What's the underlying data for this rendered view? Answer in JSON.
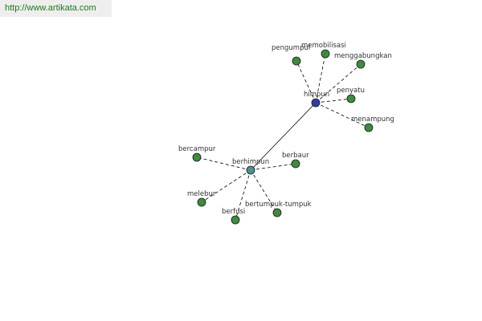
{
  "header": {
    "source_url": "http://www.artikata.com"
  },
  "colors": {
    "hub_primary": "#2f3f9f",
    "hub_secondary": "#4f8f8f",
    "leaf": "#3f8a3f",
    "edge": "#000000",
    "link": "#1a7a1a"
  },
  "graph": {
    "hubs": [
      {
        "id": "himpun",
        "label": "himpun"
      },
      {
        "id": "berhimpun",
        "label": "berhimpun"
      }
    ],
    "leaves": [
      {
        "id": "pengumpul",
        "label": "pengumpul",
        "hub": "himpun"
      },
      {
        "id": "memobilisasi",
        "label": "memobilisasi",
        "hub": "himpun"
      },
      {
        "id": "menggabungkan",
        "label": "menggabungkan",
        "hub": "himpun"
      },
      {
        "id": "penyatu",
        "label": "penyatu",
        "hub": "himpun"
      },
      {
        "id": "menampung",
        "label": "menampung",
        "hub": "himpun"
      },
      {
        "id": "bercampur",
        "label": "bercampur",
        "hub": "berhimpun"
      },
      {
        "id": "berbaur",
        "label": "berbaur",
        "hub": "berhimpun"
      },
      {
        "id": "melebur",
        "label": "melebur",
        "hub": "berhimpun"
      },
      {
        "id": "berfusi",
        "label": "berfusi",
        "hub": "berhimpun"
      },
      {
        "id": "bertumpuk-tumpuk",
        "label": "bertumpuk-tumpuk",
        "hub": "berhimpun"
      }
    ],
    "hub_link": {
      "from": "himpun",
      "to": "berhimpun"
    }
  }
}
